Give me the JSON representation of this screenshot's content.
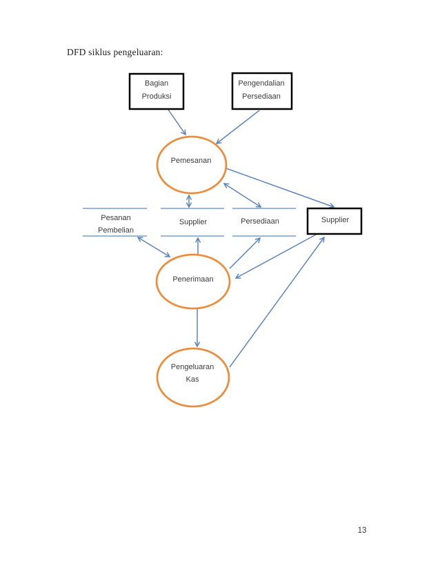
{
  "page": {
    "title": "DFD siklus pengeluaran:",
    "page_number": "13"
  },
  "colors": {
    "flow_arrow": "#5b84bd",
    "process_border": "#ed8c3b",
    "entity_border": "#000000",
    "datastore_line": "#9bb5d8",
    "label_text": "#3b3b3b"
  },
  "diagram": {
    "external_entities": [
      {
        "name": "bagian-produksi",
        "lines": [
          "Bagian",
          "Produksi"
        ]
      },
      {
        "name": "pengendalian-persediaan",
        "lines": [
          "Pengendalian",
          "Persediaan"
        ]
      },
      {
        "name": "supplier",
        "lines": [
          "Supplier"
        ]
      }
    ],
    "processes": [
      {
        "name": "pemesanan",
        "lines": [
          "Pemesanan"
        ]
      },
      {
        "name": "penerimaan",
        "lines": [
          "Penerimaan"
        ]
      },
      {
        "name": "pengeluaran-kas",
        "lines": [
          "Pengeluaran",
          "Kas"
        ]
      }
    ],
    "data_stores": [
      {
        "name": "pesanan-pembelian",
        "lines": [
          "Pesanan",
          "Pembelian"
        ]
      },
      {
        "name": "supplier-store",
        "lines": [
          "Supplier"
        ]
      },
      {
        "name": "persediaan",
        "lines": [
          "Persediaan"
        ]
      }
    ],
    "flows": [
      {
        "from": "bagian-produksi",
        "to": "pemesanan",
        "bidirectional": false
      },
      {
        "from": "pengendalian-persediaan",
        "to": "pemesanan",
        "bidirectional": false
      },
      {
        "from": "pemesanan",
        "to": "supplier-store",
        "bidirectional": true
      },
      {
        "from": "pemesanan",
        "to": "supplier",
        "bidirectional": false
      },
      {
        "from": "pemesanan",
        "to": "persediaan",
        "bidirectional": true
      },
      {
        "from": "pesanan-pembelian",
        "to": "penerimaan",
        "bidirectional": true
      },
      {
        "from": "penerimaan",
        "to": "supplier-store",
        "bidirectional": false
      },
      {
        "from": "penerimaan",
        "to": "persediaan",
        "bidirectional": false
      },
      {
        "from": "supplier",
        "to": "penerimaan",
        "bidirectional": false
      },
      {
        "from": "penerimaan",
        "to": "pengeluaran-kas",
        "bidirectional": false
      },
      {
        "from": "pengeluaran-kas",
        "to": "supplier",
        "bidirectional": false
      }
    ]
  }
}
